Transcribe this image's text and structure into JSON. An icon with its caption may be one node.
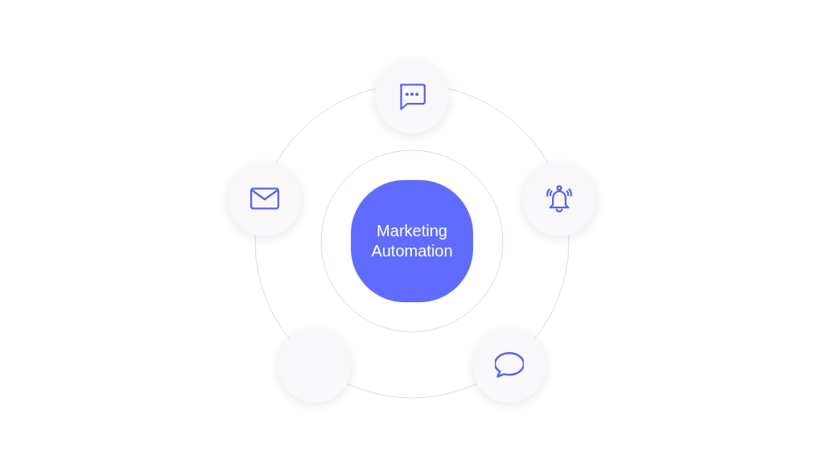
{
  "diagram": {
    "nodes": [
      {
        "text": [
          "Marketing Automation"
        ]
      },
      {
        "text": [],
        "shape": "circle"
      },
      {
        "text": [],
        "shape": "circle"
      },
      {
        "text": [],
        "shape": "circle"
      },
      {
        "text": [],
        "shape": "circle"
      },
      {
        "text": [],
        "shape": "circle"
      }
    ]
  }
}
